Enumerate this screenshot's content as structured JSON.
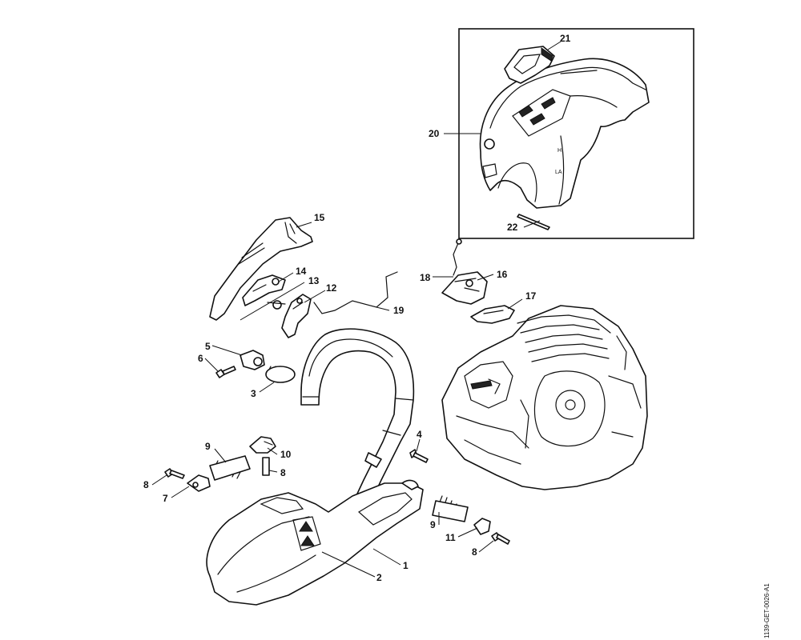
{
  "diagram_id": "1139-GET-0026-A1",
  "callouts": {
    "c1": "1",
    "c2": "2",
    "c3": "3",
    "c4": "4",
    "c5": "5",
    "c6": "6",
    "c7": "7",
    "c8a": "8",
    "c8b": "8",
    "c8c": "8",
    "c9a": "9",
    "c9b": "9",
    "c10": "10",
    "c11": "11",
    "c12": "12",
    "c13": "13",
    "c14": "14",
    "c15": "15",
    "c16": "16",
    "c17": "17",
    "c18": "18",
    "c19": "19",
    "c20": "20",
    "c21": "21",
    "c22": "22"
  },
  "cover_labels": {
    "h": "H",
    "la": "LA"
  }
}
